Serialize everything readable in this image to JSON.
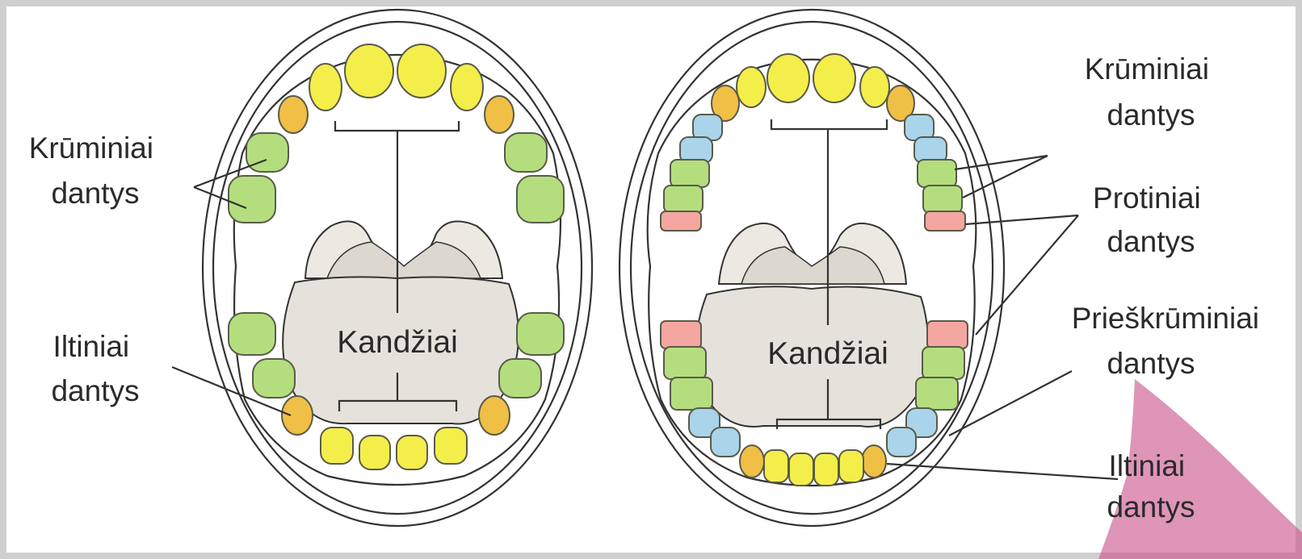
{
  "colors": {
    "incisor": "#f4ee4a",
    "canine": "#f0bf45",
    "premolar": "#a9d4ea",
    "molar": "#b4de7e",
    "wisdom": "#f3a7a0",
    "stamp": "#c9548a",
    "frame": "#cfcfcf"
  },
  "left_mouth": {
    "molars_label": [
      "Krūminiai",
      "dantys"
    ],
    "canines_label": [
      "Iltiniai",
      "dantys"
    ],
    "incisors_label": "Kandžiai"
  },
  "right_mouth": {
    "molars_label": [
      "Krūminiai",
      "dantys"
    ],
    "wisdom_label": [
      "Protiniai",
      "dantys"
    ],
    "premolars_label": [
      "Prieškrūminiai",
      "dantys"
    ],
    "canines_label": [
      "Iltiniai",
      "dantys"
    ],
    "incisors_label": "Kandžiai"
  },
  "icons": [
    "stamp-mark"
  ]
}
